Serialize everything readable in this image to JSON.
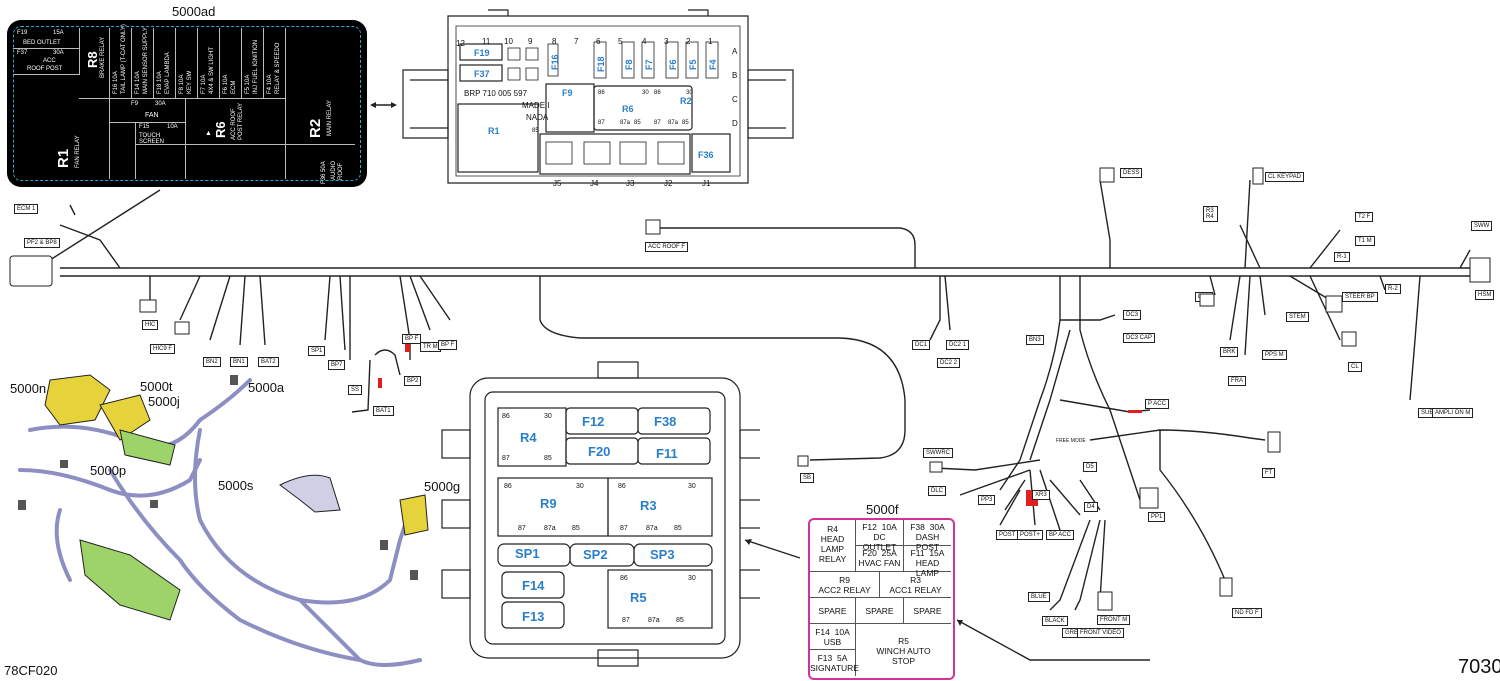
{
  "labels": {
    "top_legend": "5000ad",
    "fuse_legend": "5000f",
    "bottom_left": "78CF020",
    "bottom_right": "7030",
    "view_5000n": "5000n",
    "view_5000t": "5000t",
    "view_5000j": "5000j",
    "view_5000a": "5000a",
    "view_5000p": "5000p",
    "view_5000s": "5000s",
    "view_5000g": "5000g"
  },
  "black_legend": {
    "f19": "F19",
    "f19_amp": "15A",
    "bed_outlet": "BED OUTLET",
    "f37": "F37",
    "f37_amp": "30A",
    "acc": "ACC",
    "roof_post": "ROOF POST",
    "r8": "R8",
    "r8_desc": "BRAKE RELAY",
    "f16": "F16",
    "f16_amp": "10A",
    "f16_desc": "TAIL LAMP (T-CAT ONLY)",
    "f14": "F14",
    "f14_amp": "10A",
    "f14_desc": "MAIN SENSOR SUPPLY",
    "f18": "F18",
    "f18_amp": "10A",
    "f18_desc": "EVAP LAMBDA",
    "f8": "F8",
    "f8_amp": "10A",
    "f8_desc": "KEY SW",
    "f7": "F7",
    "f7_amp": "10A",
    "f7_desc": "4X4 & SW LIGHT",
    "f6": "F6",
    "f6_amp": "10A",
    "f6_desc": "ECM",
    "f5": "F5",
    "f5_amp": "10A",
    "f5_desc": "INJ FUEL IGNITION",
    "f4": "F4",
    "f4_amp": "10A",
    "f4_desc": "RELAY & SPEEDO",
    "f9": "F9",
    "f9_amp": "30A",
    "fan": "FAN",
    "r6": "R6",
    "r6_desc": "ACC ROOF POST RELAY",
    "r2": "R2",
    "r2_desc": "MAIN RELAY",
    "f15": "F15",
    "f15_amp": "10A",
    "touch_screen": "TOUCH SCREEN",
    "r1": "R1",
    "r1_desc": "FAN RELAY",
    "f36": "F36",
    "f36_amp": "50A",
    "audio_roof": "AUDIO ROOF"
  },
  "pink_legend": {
    "r4": "R4",
    "r4_desc": "HEAD LAMP RELAY",
    "f12": "F12",
    "f12_amp": "10A",
    "f12_desc": "DC OUTLET",
    "f38": "F38",
    "f38_amp": "30A",
    "f38_desc": "DASH POST",
    "f20": "F20",
    "f20_amp": "25A",
    "f20_desc": "HVAC FAN",
    "f11": "F11",
    "f11_amp": "15A",
    "f11_desc": "HEAD LAMP",
    "r9": "R9",
    "r9_desc": "ACC2 RELAY",
    "r3": "R3",
    "r3_desc": "ACC1 RELAY",
    "spare": "SPARE",
    "f14": "F14",
    "f14_amp": "10A",
    "f14_desc": "USB",
    "r5": "R5",
    "r5_desc": "WINCH AUTO STOP",
    "f13": "F13",
    "f13_amp": "5A",
    "f13_desc": "SIGNATURE"
  },
  "upper_fusebox": {
    "pos_12": "12",
    "pos_11": "11",
    "pos_10": "10",
    "pos_9": "9",
    "pos_8": "8",
    "pos_7": "7",
    "pos_6": "6",
    "pos_5": "5",
    "pos_4": "4",
    "pos_3": "3",
    "pos_2": "2",
    "pos_1": "1",
    "row_a": "A",
    "row_b": "B",
    "row_c": "C",
    "row_d": "D",
    "f19": "F19",
    "f37": "F37",
    "f16": "F16",
    "f18": "F18",
    "f8": "F8",
    "f7": "F7",
    "f6": "F6",
    "f5": "F5",
    "f4": "F4",
    "brp_text": "BRP  710 005 597",
    "made_text": "MADE I",
    "nada_text": "NADA",
    "f9": "F9",
    "r6": "R6",
    "r2": "R2",
    "r1": "R1",
    "f36": "F36",
    "j5": "J5",
    "j4": "J4",
    "j3": "J3",
    "j2": "J2",
    "j1": "J1",
    "t86": "86",
    "t30": "30",
    "t87": "87",
    "t87a": "87a",
    "t85": "85"
  },
  "lower_fusebox": {
    "r4": "R4",
    "f12": "F12",
    "f38": "F38",
    "f20": "F20",
    "f11": "F11",
    "r9": "R9",
    "r3": "R3",
    "sp1": "SP1",
    "sp2": "SP2",
    "sp3": "SP3",
    "f14": "F14",
    "f13": "F13",
    "r5": "R5",
    "t86": "86",
    "t30": "30",
    "t87": "87",
    "t87a": "87a",
    "t85": "85"
  },
  "connectors": {
    "ecm1": "ECM 1",
    "pf2_bp8": "PF2 & BP8",
    "hic": "HIC",
    "hic9f": "HIC9 F",
    "bn2": "BN2",
    "bn1": "BN1",
    "bat2": "BAT2",
    "sp1": "SP1",
    "bp7": "BP7",
    "ss": "SS",
    "bat1": "BAT1",
    "bp2": "BP2",
    "bp_f": "BP F",
    "tr_m": "TR M",
    "bp_f2": "BP F",
    "acc_roof_f": "ACC ROOF F",
    "dc1": "DC1",
    "dc2_1": "DC2 1",
    "dc2_2": "DC2 2",
    "dess": "DESS",
    "cl_keypad": "CL KEYPAD",
    "r3r4": "R3 R4",
    "t2f": "T2 F",
    "t1m": "T1 M",
    "sww": "SWW",
    "r1": "R-1",
    "r2": "R-2",
    "hsm": "HSM",
    "dps": "DPS",
    "steer_bp": "STEER BP",
    "stem": "STEM",
    "brk": "BRK",
    "pps_m": "PPS M",
    "fra": "FRA",
    "cl": "CL",
    "sub_m": "SUB M",
    "amp_on_m": "AMPLI ON M",
    "dc3": "DC3",
    "dc3_cap": "DC3 CAP",
    "bn3": "BN3",
    "p_acc": "P ACC",
    "free_mode": "FREE MODE",
    "d5": "D5",
    "d4": "D4",
    "swwrc": "SWWRC",
    "dlc": "DLC",
    "pp3": "PP3",
    "sb": "SB",
    "post": "POST",
    "post2": "POST+",
    "xr3": "XR3",
    "bp_acc": "BP ACC",
    "pp1": "PP1",
    "ft": "FT",
    "blue": "BLUE",
    "black": "BLACK",
    "green": "GREEN",
    "front_video": "FRONT VIDEO",
    "front_m": "FRONT M",
    "nd_fd_f": "ND FD F"
  }
}
